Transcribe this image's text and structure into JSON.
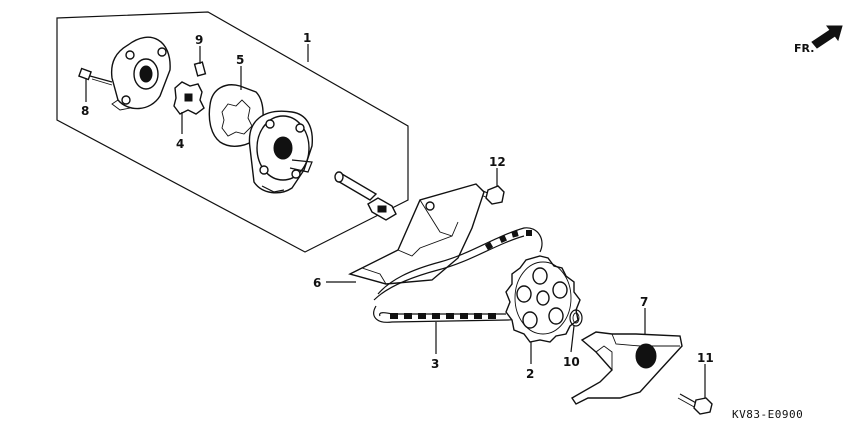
{
  "diagram": {
    "direction_label": "FR.",
    "code": "KV83-E0900",
    "callouts": {
      "c1": "1",
      "c2": "2",
      "c3": "3",
      "c4": "4",
      "c5": "5",
      "c6": "6",
      "c7": "7",
      "c8": "8",
      "c9": "9",
      "c10": "10",
      "c11": "11",
      "c12": "12"
    }
  }
}
